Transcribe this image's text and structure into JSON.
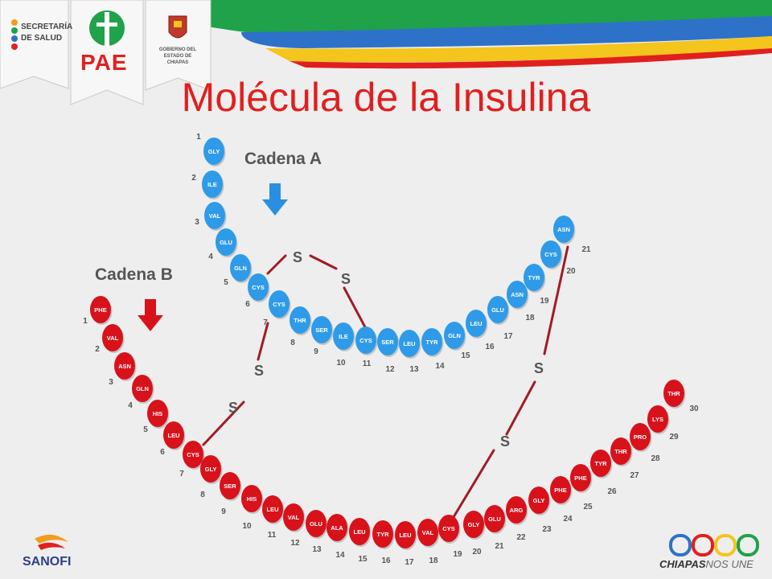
{
  "title": "Molécula de la Insulina",
  "logos": {
    "secretaria_line1": "SECRETARÍA",
    "secretaria_line2": "DE SALUD",
    "pae": "PAE",
    "gobierno": "GOBIERNO DEL ESTADO DE CHIAPAS",
    "sanofi": "SANOFI",
    "chiapas_word": "CHIAPAS",
    "nos_une": "NOS UNE"
  },
  "chain_a": {
    "label": "Cadena A",
    "color": "#2f9be8",
    "residues": [
      "GLY",
      "ILE",
      "VAL",
      "GLU",
      "GLN",
      "CYS",
      "CYS",
      "THR",
      "SER",
      "ILE",
      "CYS",
      "SER",
      "LEU",
      "TYR",
      "GLN",
      "LEU",
      "GLU",
      "ASN",
      "TYR",
      "CYS",
      "ASN"
    ],
    "numbers": [
      "1",
      "2",
      "3",
      "4",
      "5",
      "6",
      "7",
      "8",
      "9",
      "10",
      "11",
      "12",
      "13",
      "14",
      "15",
      "16",
      "17",
      "18",
      "19",
      "20",
      "21"
    ]
  },
  "chain_b": {
    "label": "Cadena B",
    "color": "#d8121b",
    "residues": [
      "PHE",
      "VAL",
      "ASN",
      "GLN",
      "HIS",
      "LEU",
      "CYS",
      "GLY",
      "SER",
      "HIS",
      "LEU",
      "VAL",
      "GLU",
      "ALA",
      "LEU",
      "TYR",
      "LEU",
      "VAL",
      "CYS",
      "GLY",
      "GLU",
      "ARG",
      "GLY",
      "PHE",
      "PHE",
      "TYR",
      "THR",
      "PRO",
      "LYS",
      "THR"
    ],
    "numbers": [
      "1",
      "2",
      "3",
      "4",
      "5",
      "6",
      "7",
      "8",
      "9",
      "10",
      "11",
      "12",
      "13",
      "14",
      "15",
      "16",
      "17",
      "18",
      "19",
      "20",
      "21",
      "22",
      "23",
      "24",
      "25",
      "26",
      "27",
      "28",
      "29",
      "30"
    ]
  },
  "bonds": [
    {
      "label": "S"
    },
    {
      "label": "S"
    },
    {
      "label": "S"
    },
    {
      "label": "S"
    },
    {
      "label": "S"
    },
    {
      "label": "S"
    }
  ],
  "colors": {
    "bond": "#a01c24",
    "arrow_blue": "#2a8fe0",
    "arrow_red": "#d8121b"
  }
}
